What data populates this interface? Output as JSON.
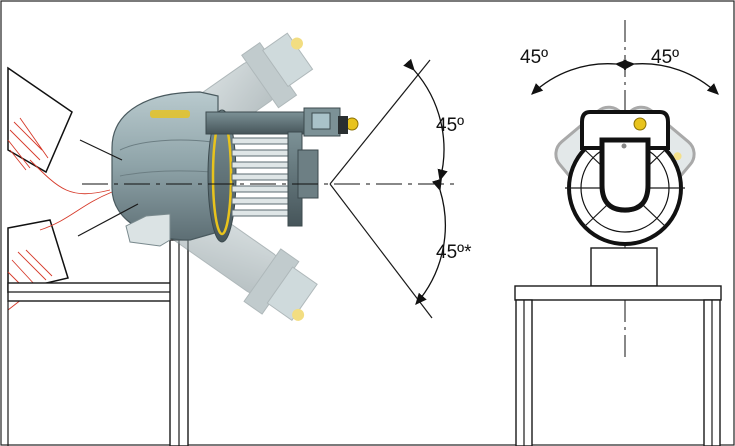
{
  "diagram": {
    "side_view": {
      "angle_up_label": "45º",
      "angle_down_label": "45º*"
    },
    "front_view": {
      "angle_left_label": "45º",
      "angle_right_label": "45º"
    },
    "colors": {
      "housing_dark": "#5d6e74",
      "housing_light": "#a9bcc0",
      "accent_yellow": "#e8c31c",
      "cable_red": "#d63a2a",
      "line": "#1a1a1a"
    }
  }
}
